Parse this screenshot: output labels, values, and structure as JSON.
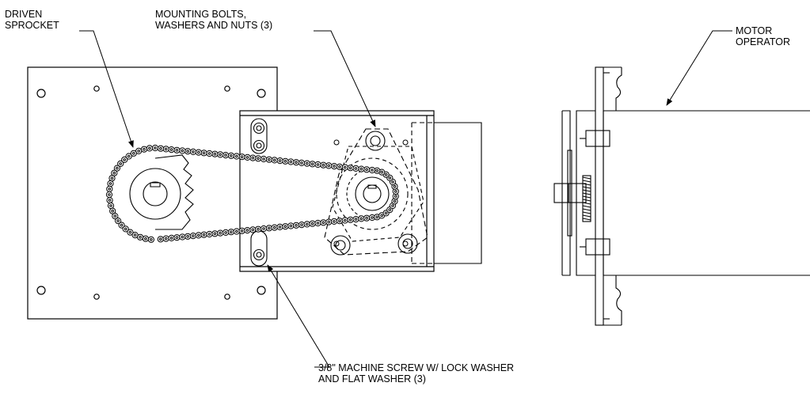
{
  "labels": {
    "driven_sprocket": [
      "DRIVEN",
      "SPROCKET"
    ],
    "mounting_bolts": [
      "MOUNTING BOLTS,",
      "WASHERS AND NUTS (3)"
    ],
    "motor_operator": [
      "MOTOR",
      "OPERATOR"
    ],
    "machine_screw": [
      "3/8\" MACHINE SCREW W/ LOCK WASHER",
      "AND FLAT WASHER (3)"
    ]
  },
  "colors": {
    "line": "#000000",
    "background": "#ffffff"
  }
}
